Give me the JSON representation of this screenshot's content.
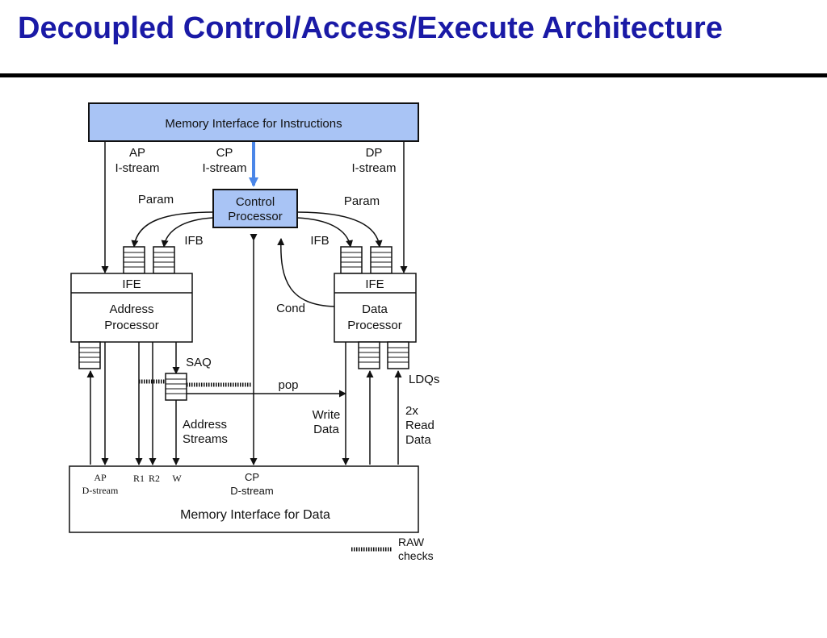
{
  "title": "Decoupled Control/Access/Execute Architecture",
  "colors": {
    "title": "#1a1aa6",
    "box_fill": "#a9c4f5",
    "cp_arrow": "#4a86e8"
  },
  "diagram": {
    "mem_instr": "Memory Interface for Instructions",
    "ap_istream": [
      "AP",
      "I-stream"
    ],
    "cp_istream": [
      "CP",
      "I-stream"
    ],
    "dp_istream": [
      "DP",
      "I-stream"
    ],
    "param_left": "Param",
    "param_right": "Param",
    "control_processor": [
      "Control",
      "Processor"
    ],
    "ifb_left": "IFB",
    "ifb_right": "IFB",
    "ife_left": "IFE",
    "ife_right": "IFE",
    "address_processor": [
      "Address",
      "Processor"
    ],
    "data_processor": [
      "Data",
      "Processor"
    ],
    "cond": "Cond",
    "saq": "SAQ",
    "pop": "pop",
    "ldqs": "LDQs",
    "write_data": [
      "Write",
      "Data"
    ],
    "read_data": [
      "2x",
      "Read",
      "Data"
    ],
    "address_streams": [
      "Address",
      "Streams"
    ],
    "ap_dstream": [
      "AP",
      "D-stream"
    ],
    "r1": "R1",
    "r2": "R2",
    "w": "W",
    "cp_dstream": [
      "CP",
      "D-stream"
    ],
    "mem_data": "Memory Interface for Data",
    "raw_checks": [
      "RAW",
      "checks"
    ]
  }
}
